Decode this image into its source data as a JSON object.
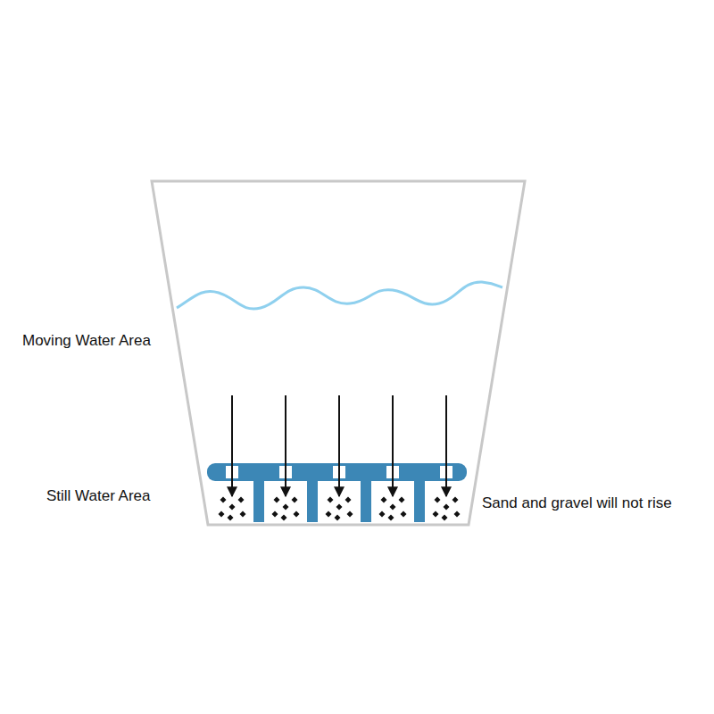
{
  "diagram": {
    "labels": [
      "Moving Water Area",
      "Still Water Area",
      "Sand and gravel will not rise"
    ]
  }
}
